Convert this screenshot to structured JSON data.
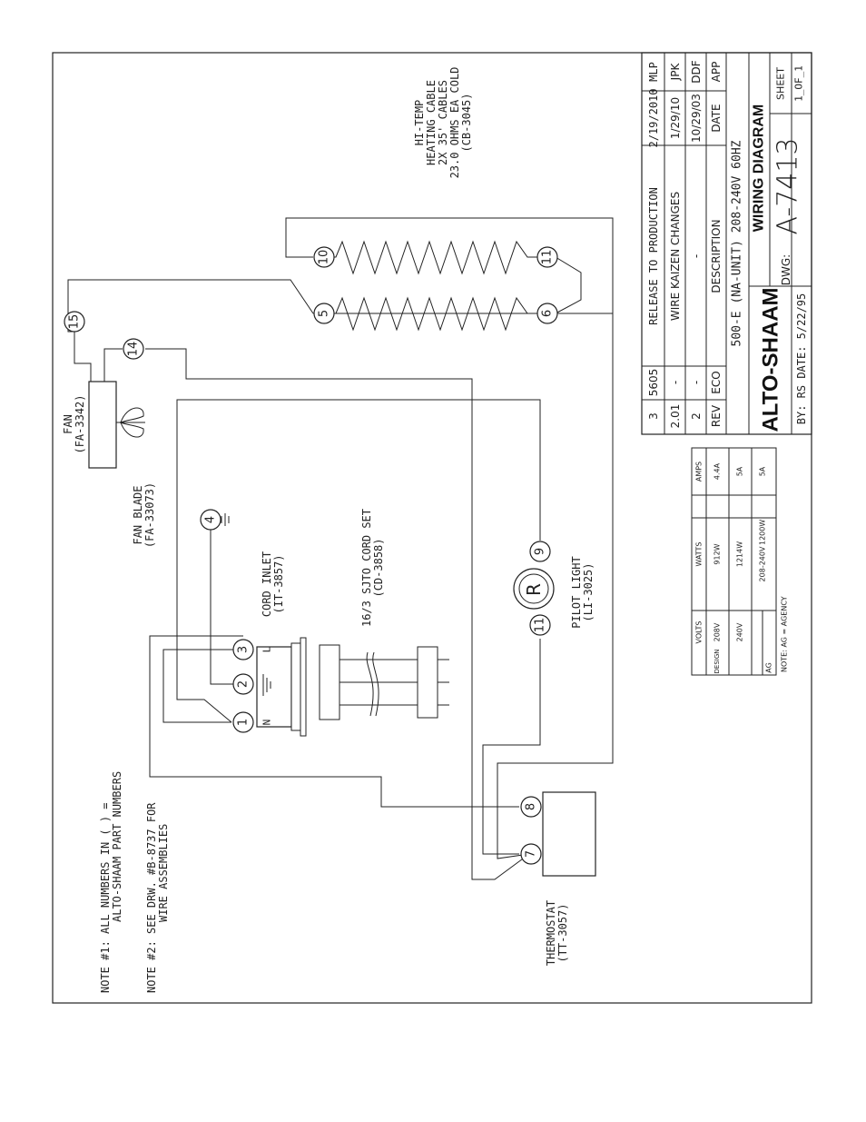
{
  "diagram": {
    "labels": {
      "fan": "FAN",
      "fan_pn": "(FA-3342)",
      "fan_blade": "FAN BLADE",
      "fan_blade_pn": "(FA-33073)",
      "heat_l1": "HI-TEMP",
      "heat_l2": "HEATING CABLE",
      "heat_l3": "2X 35' CABLES",
      "heat_l4": "23.0 OHMS EA COLD",
      "heat_l5": "(CB-3045)",
      "cord_inlet": "CORD INLET",
      "cord_inlet_pn": "(IT-3857)",
      "cord_set": "16/3 SJTO CORD SET",
      "cord_set_pn": "(CD-3858)",
      "pilot": "PILOT LIGHT",
      "pilot_pn": "(LI-3025)",
      "pilot_symbol": "R",
      "thermostat": "THERMOSTAT",
      "thermostat_pn": "(TT-3057)",
      "inlet_n": "N",
      "inlet_l": "L",
      "note1_a": "NOTE #1: ALL NUMBERS IN ( ) =",
      "note1_b": "ALTO-SHAAM PART NUMBERS",
      "note2_a": "NOTE #2: SEE DRW. #B-8737 FOR",
      "note2_b": "WIRE ASSEMBLIES"
    },
    "nodes": [
      "1",
      "2",
      "3",
      "4",
      "5",
      "6",
      "7",
      "8",
      "9",
      "10",
      "11",
      "11",
      "14",
      "15"
    ]
  },
  "ratings": {
    "headers": [
      "VOLTS",
      "WATTS",
      "AMPS"
    ],
    "rows": [
      [
        "208V",
        "912W",
        "4.4A"
      ],
      [
        "240V",
        "1214W",
        "5A"
      ],
      [
        "208-240V",
        "1200W",
        "5A"
      ]
    ],
    "design_codes": [
      "DESIGN",
      "AG"
    ],
    "note": "NOTE: AG = AGENCY"
  },
  "revisions": {
    "rows": [
      [
        "3",
        "5605",
        "RELEASE TO PRODUCTION",
        "2/19/2010",
        "MLP"
      ],
      [
        "2.01",
        "-",
        "WIRE KAIZEN CHANGES",
        "1/29/10",
        "JPK"
      ],
      [
        "2",
        "-",
        "-",
        "10/29/03",
        "DDF"
      ],
      [
        "REV",
        "ECO",
        "DESCRIPTION",
        "DATE",
        "APP"
      ]
    ]
  },
  "title_block": {
    "brand": "ALTO-SHAAM",
    "model": "500-E (NA-UNIT) 208-240V 60HZ",
    "title": "WIRING DIAGRAM",
    "dwg_label": "DWG:",
    "dwg_no": "A-7413",
    "sheet_label": "SHEET",
    "sheet_value": "1_OF_1",
    "by": "BY: RS DATE: 5/22/95"
  }
}
